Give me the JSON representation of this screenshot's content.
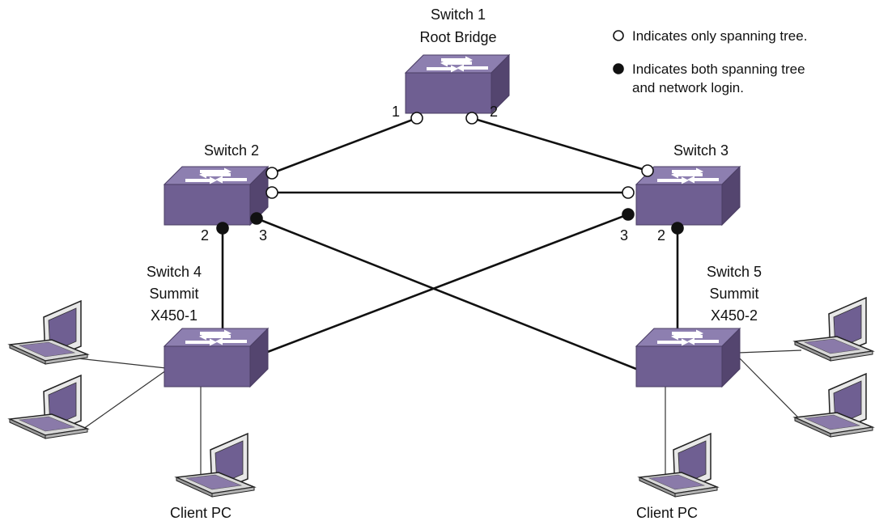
{
  "colors": {
    "switch_front": "#6f5f92",
    "switch_top": "#8d7fb0",
    "switch_side": "#54456f",
    "laptop_screen": "#6f5f92",
    "laptop_body": "#d6d6d6",
    "line": "#111111"
  },
  "legend": {
    "open_port_text": "Indicates only spanning tree.",
    "filled_port_line1": "Indicates both spanning tree",
    "filled_port_line2": "and network login."
  },
  "switches": {
    "s1": {
      "line1": "Switch 1",
      "line2": "Root Bridge",
      "port_left": "1",
      "port_right": "2"
    },
    "s2": {
      "line1": "Switch 2",
      "port_down": "2",
      "port_cross": "3"
    },
    "s3": {
      "line1": "Switch 3",
      "port_cross": "3",
      "port_down": "2"
    },
    "s4": {
      "line1": "Switch 4",
      "line2": "Summit",
      "line3": "X450-1"
    },
    "s5": {
      "line1": "Switch 5",
      "line2": "Summit",
      "line3": "X450-2"
    }
  },
  "clients": {
    "left_label": "Client PC",
    "right_label": "Client PC"
  },
  "icons": {
    "switch": "switch-icon",
    "laptop": "laptop-icon",
    "port_open": "open-port-marker",
    "port_filled": "filled-port-marker"
  }
}
